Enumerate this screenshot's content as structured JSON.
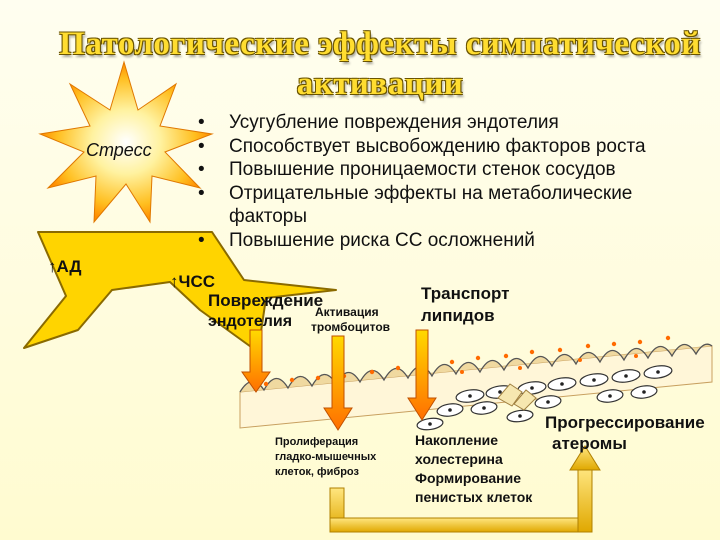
{
  "title": {
    "line1": "Патологические эффекты симпатической",
    "line2": "активации"
  },
  "sun_label": "Стресс",
  "bullet_points": [
    "Усугубление повреждения эндотелия",
    "Способствует высвобождению факторов роста",
    "Повышение проницаемости стенок сосудов",
    "Отрицательные эффекты на метаболические факторы",
    "Повышение риска СС осложнений"
  ],
  "bullet_glyph": "•",
  "arrow_labels": {
    "blood_pressure": "↑АД",
    "heart_rate": "↑ЧСС"
  },
  "process_labels": {
    "endothelial_damage_l1": "Повреждение",
    "endothelial_damage_l2": "эндотелия",
    "platelet_activation_l1": "Активация",
    "platelet_activation_l2": "тромбоцитов",
    "lipid_transport_l1": "Транспорт",
    "lipid_transport_l2": "липидов"
  },
  "outcome_labels": {
    "proliferation_l1": "Пролиферация",
    "proliferation_l2": "гладко-мышечных",
    "proliferation_l3": "клеток, фиброз",
    "cholesterol_l1": "Накопление",
    "cholesterol_l2": "холестерина",
    "cholesterol_l3": "Формирование",
    "cholesterol_l4": "пенистых клеток",
    "atheroma_l1": "Прогрессирование",
    "atheroma_l2": "атеромы"
  },
  "colors": {
    "title_fill": "#ffdd30",
    "lightning_fill": "#ffd400",
    "sun_center": "#ffffff",
    "sun_edge": "#ff9a00",
    "arrow_fill": "#ff8a1a",
    "cell_fill": "#f0d9a0",
    "lipid_dots": "#ff6a00",
    "pathway": "#f5c200"
  }
}
